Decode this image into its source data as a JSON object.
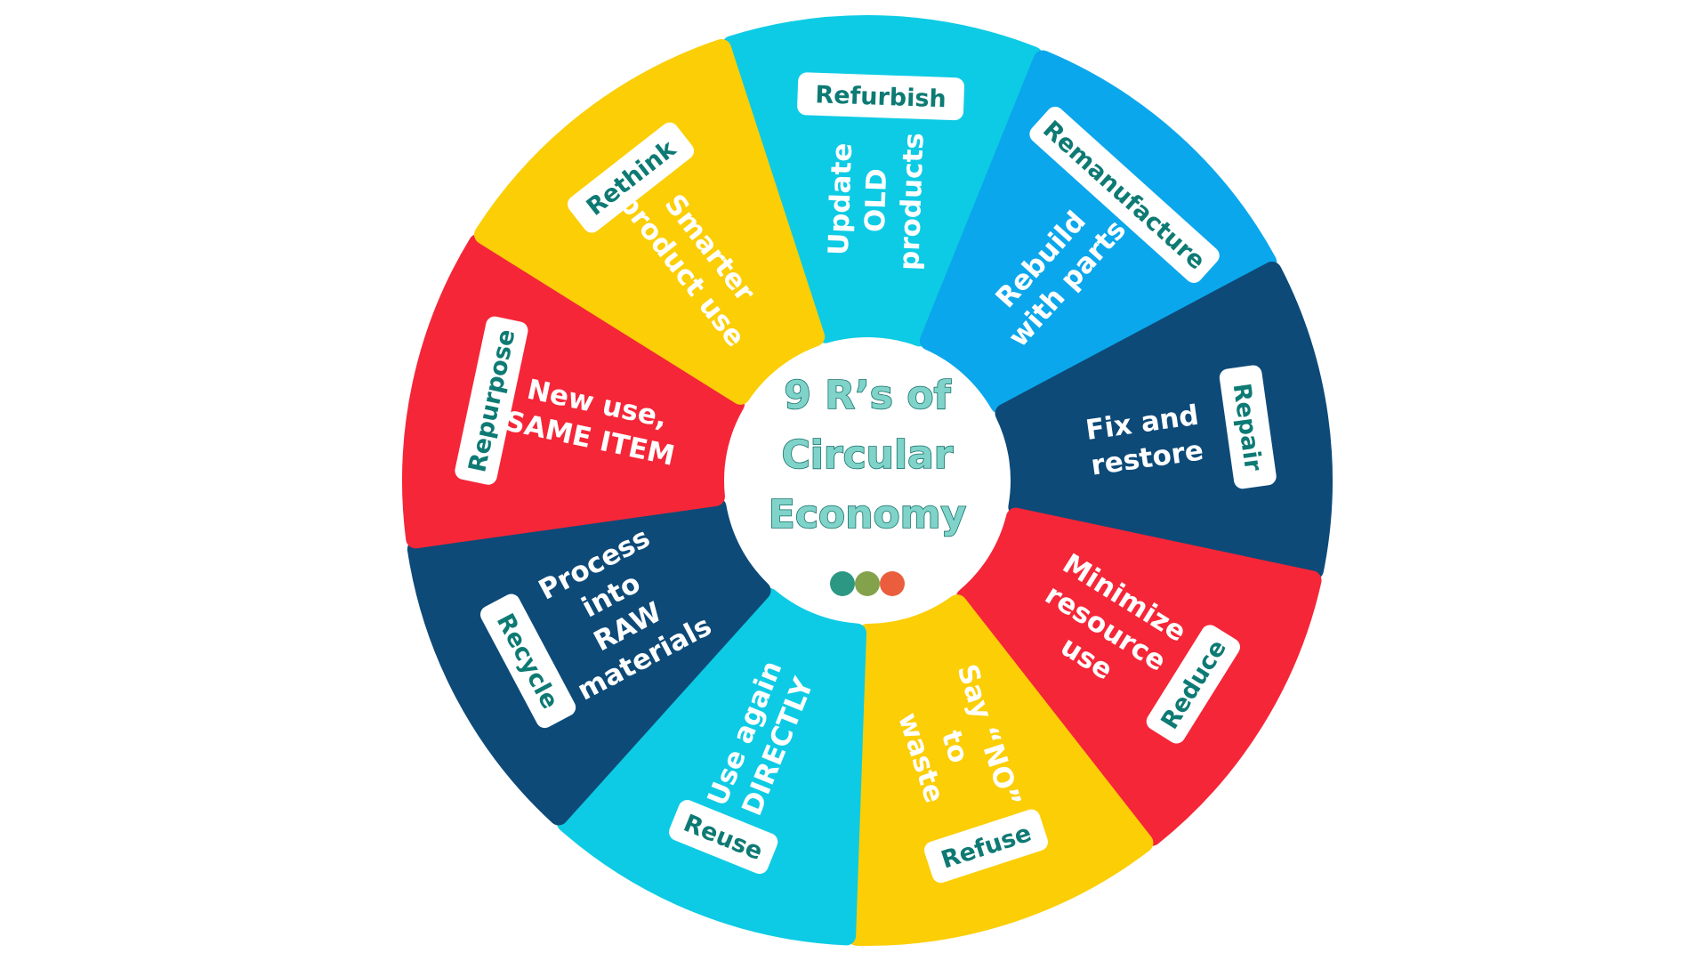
{
  "center": {
    "title_lines": [
      "9 R’s of",
      "Circular",
      "Economy"
    ],
    "dots": [
      "#1a8f7a",
      "#7a9a3c",
      "#e8502c"
    ]
  },
  "segments": [
    {
      "key": "refurbish",
      "label": "Refurbish",
      "description": [
        "Update",
        "OLD",
        "products"
      ],
      "color": "#0dcbe4"
    },
    {
      "key": "remanufacture",
      "label": "Remanufacture",
      "description": [
        "Rebuild",
        "with parts"
      ],
      "color": "#0ba7ec"
    },
    {
      "key": "repair",
      "label": "Repair",
      "description": [
        "Fix and",
        "restore"
      ],
      "color": "#0d4a78"
    },
    {
      "key": "reduce",
      "label": "Reduce",
      "description": [
        "Minimize",
        "resource",
        "use"
      ],
      "color": "#f52638"
    },
    {
      "key": "refuse",
      "label": "Refuse",
      "description": [
        "Say “NO”",
        "to",
        "waste"
      ],
      "color": "#fbce06"
    },
    {
      "key": "reuse",
      "label": "Reuse",
      "description": [
        "Use again",
        "DIRECTLY"
      ],
      "color": "#0dcbe4"
    },
    {
      "key": "recycle",
      "label": "Recycle",
      "description": [
        "Process",
        "into",
        "RAW",
        "materials"
      ],
      "color": "#0d4a78"
    },
    {
      "key": "repurpose",
      "label": "Repurpose",
      "description": [
        "New use,",
        "SAME ITEM"
      ],
      "color": "#f52638"
    },
    {
      "key": "rethink",
      "label": "Rethink",
      "description": [
        "Smarter",
        "product use"
      ],
      "color": "#fbce06"
    }
  ]
}
